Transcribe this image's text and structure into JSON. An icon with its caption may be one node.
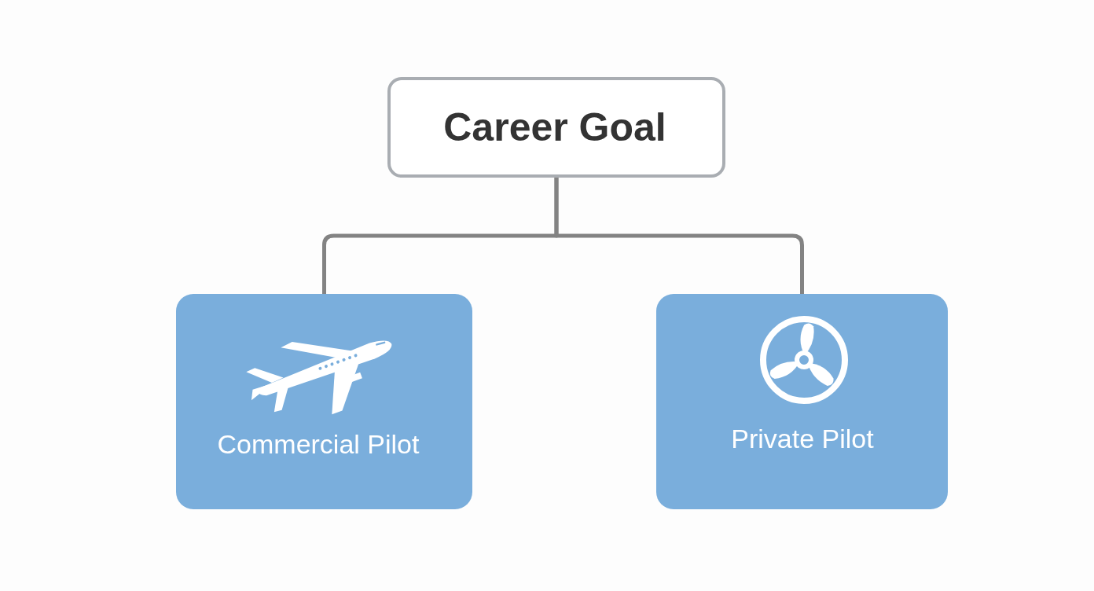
{
  "diagram": {
    "nodes": [
      {
        "text": [
          "Career Goal"
        ]
      },
      {
        "text": [
          "Commercial Pilot"
        ]
      },
      {
        "text": [
          "Private Pilot"
        ]
      }
    ],
    "edges": [
      {
        "from": 0,
        "to": 1,
        "arrow": "none"
      },
      {
        "from": 0,
        "to": 2,
        "arrow": "none"
      }
    ]
  }
}
